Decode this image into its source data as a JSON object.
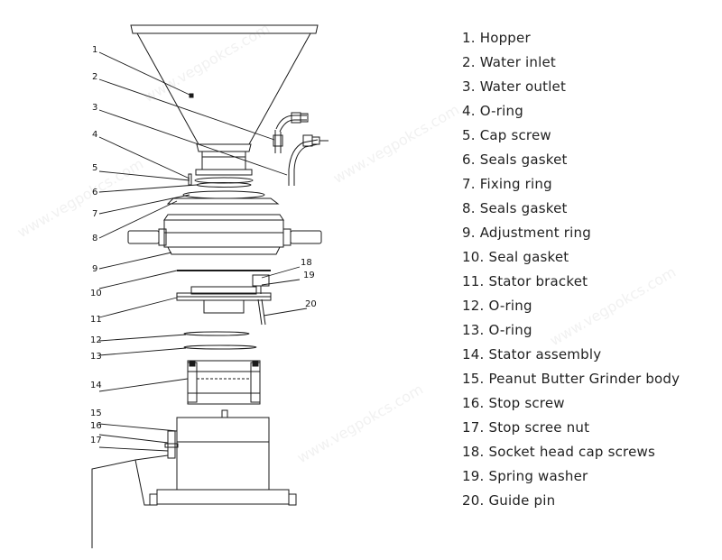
{
  "diagram": {
    "callouts": [
      "1",
      "2",
      "3",
      "4",
      "5",
      "6",
      "7",
      "8",
      "9",
      "10",
      "11",
      "12",
      "13",
      "14",
      "15",
      "16",
      "17",
      "18",
      "19",
      "20"
    ]
  },
  "parts": [
    {
      "num": "1.",
      "name": "Hopper"
    },
    {
      "num": "2.",
      "name": "Water inlet"
    },
    {
      "num": "3.",
      "name": "Water outlet"
    },
    {
      "num": "4.",
      "name": "O-ring"
    },
    {
      "num": "5.",
      "name": "Cap screw"
    },
    {
      "num": "6.",
      "name": "Seals gasket"
    },
    {
      "num": "7.",
      "name": "Fixing ring"
    },
    {
      "num": "8.",
      "name": "Seals gasket"
    },
    {
      "num": "9.",
      "name": "Adjustment ring"
    },
    {
      "num": "10.",
      "name": "Seal gasket"
    },
    {
      "num": "11.",
      "name": "Stator bracket"
    },
    {
      "num": "12.",
      "name": "O-ring"
    },
    {
      "num": "13.",
      "name": "O-ring"
    },
    {
      "num": "14.",
      "name": "Stator assembly"
    },
    {
      "num": "15.",
      "name": "Peanut Butter Grinder body"
    },
    {
      "num": "16.",
      "name": "Stop screw"
    },
    {
      "num": "17.",
      "name": "Stop scree nut"
    },
    {
      "num": "18.",
      "name": "Socket head cap screws"
    },
    {
      "num": "19.",
      "name": "Spring washer"
    },
    {
      "num": "20.",
      "name": "Guide pin"
    }
  ],
  "watermark": "www.vegpokcs.com"
}
